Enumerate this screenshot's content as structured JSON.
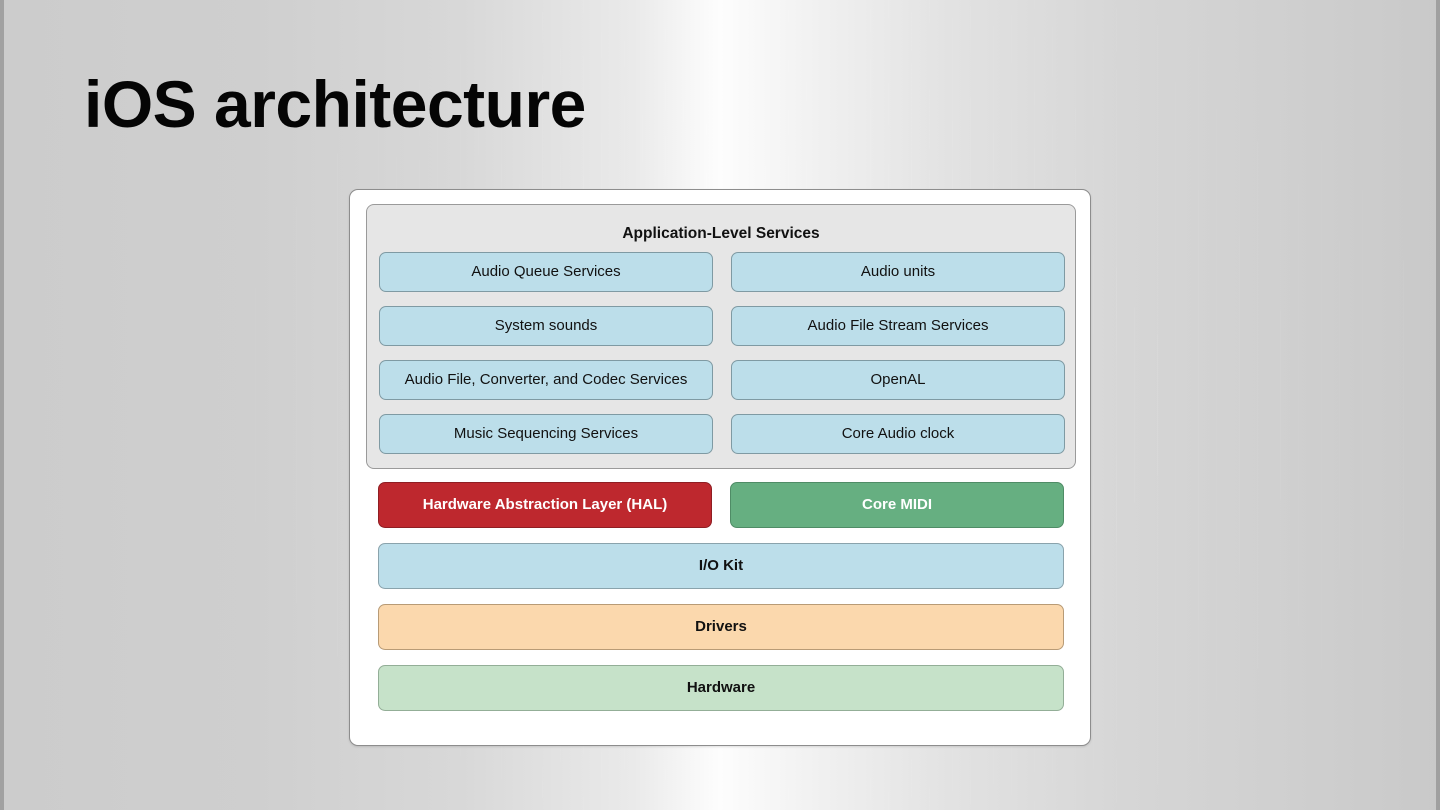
{
  "slide": {
    "title": "iOS architecture"
  },
  "diagram": {
    "name": "ios-core-audio-architecture",
    "application_level_services": {
      "title": "Application-Level Services",
      "left_column": [
        "Audio Queue Services",
        "System sounds",
        "Audio File, Converter, and Codec Services",
        "Music Sequencing Services"
      ],
      "right_column": [
        "Audio units",
        "Audio File Stream Services",
        "OpenAL",
        "Core Audio clock"
      ]
    },
    "lower_layers": {
      "pair_row": [
        {
          "label": "Hardware Abstraction Layer (HAL)",
          "style": "red"
        },
        {
          "label": "Core MIDI",
          "style": "green"
        }
      ],
      "full_rows": [
        {
          "label": "I/O Kit",
          "style": "blue"
        },
        {
          "label": "Drivers",
          "style": "orange"
        },
        {
          "label": "Hardware",
          "style": "palegreen"
        }
      ]
    }
  },
  "colors": {
    "blue_fill": "#bcdeea",
    "blue_border": "#7f9aa3",
    "red_fill": "#be282e",
    "green_fill": "#66af81",
    "orange_fill": "#fbd8ad",
    "pale_green_fill": "#c6e2c9",
    "panel_fill": "#e6e6e6",
    "frame_fill": "#ffffff",
    "frame_border": "#8d8d8d",
    "title_color": "#050505",
    "background": "#cfcfcf"
  }
}
